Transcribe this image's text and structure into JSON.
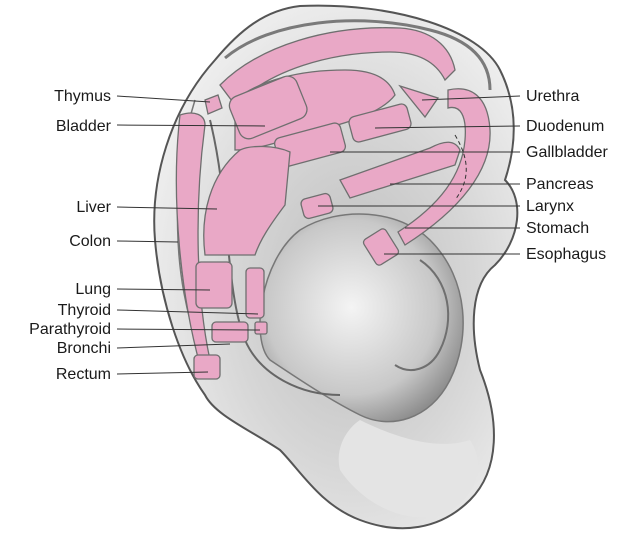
{
  "colors": {
    "zone_fill": "#e9a8c6",
    "zone_fill_dark": "#dd8fb3",
    "ear_light": "#f2f2f2",
    "ear_mid": "#cfcfcf",
    "ear_dark": "#8f8f8f",
    "ear_outline": "#555555"
  },
  "labels_left": [
    {
      "id": "thymus",
      "text": "Thymus"
    },
    {
      "id": "bladder",
      "text": "Bladder"
    },
    {
      "id": "liver",
      "text": "Liver"
    },
    {
      "id": "colon",
      "text": "Colon"
    },
    {
      "id": "lung",
      "text": "Lung"
    },
    {
      "id": "thyroid",
      "text": "Thyroid"
    },
    {
      "id": "parathyroid",
      "text": "Parathyroid"
    },
    {
      "id": "bronchi",
      "text": "Bronchi"
    },
    {
      "id": "rectum",
      "text": "Rectum"
    }
  ],
  "labels_right": [
    {
      "id": "urethra",
      "text": "Urethra"
    },
    {
      "id": "duodenum",
      "text": "Duodenum"
    },
    {
      "id": "gallbladder",
      "text": "Gallbladder"
    },
    {
      "id": "pancreas",
      "text": "Pancreas"
    },
    {
      "id": "larynx",
      "text": "Larynx"
    },
    {
      "id": "stomach",
      "text": "Stomach"
    },
    {
      "id": "esophagus",
      "text": "Esophagus"
    }
  ]
}
